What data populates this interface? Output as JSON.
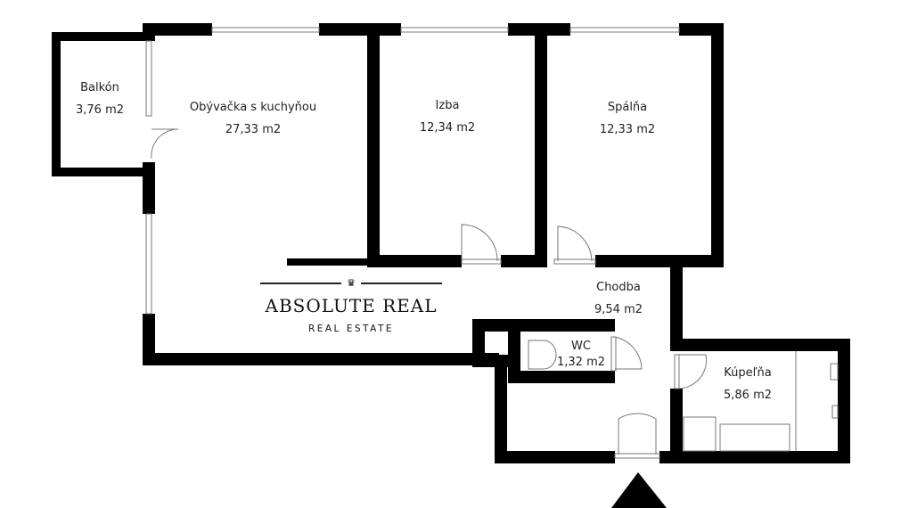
{
  "rooms": [
    {
      "name": "Balkón",
      "area": "3,76 m2"
    },
    {
      "name": "Obývačka s kuchyňou",
      "area": "27,33 m2"
    },
    {
      "name": "Izba",
      "area": "12,34 m2"
    },
    {
      "name": "Spálňa",
      "area": "12,33 m2"
    },
    {
      "name": "Chodba",
      "area": "9,54 m2"
    },
    {
      "name": "WC",
      "area": "1,32 m2"
    },
    {
      "name": "Kúpeľňa",
      "area": "5,86 m2"
    }
  ],
  "logo": {
    "title": "ABSOLUTE REAL",
    "subtitle": "REAL ESTATE",
    "icon": "crown-icon"
  },
  "entrance_marker": "triangle-icon",
  "colors": {
    "wall": "#000000",
    "fixture": "#555555"
  }
}
